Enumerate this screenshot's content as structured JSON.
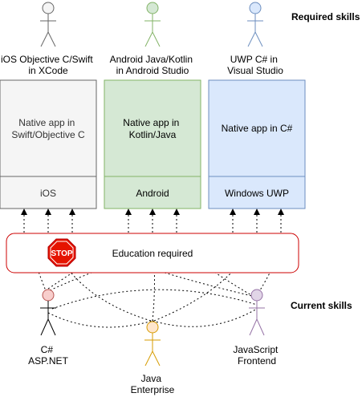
{
  "section_labels": {
    "required": "Required skills",
    "current": "Current skills"
  },
  "required_skills": [
    {
      "line1": "iOS Objective C/Swift",
      "line2": "in XCode",
      "color": "#666666",
      "fill": "#f5f5f5"
    },
    {
      "line1": "Android Java/Kotlin",
      "line2": "in Android Studio",
      "color": "#82b366",
      "fill": "#d5e8d4"
    },
    {
      "line1": "UWP C# in",
      "line2": "Visual Studio",
      "color": "#6c8ebf",
      "fill": "#dae8fc"
    }
  ],
  "platforms": [
    {
      "app_line1": "Native app in",
      "app_line2": "Swift/Objective C",
      "platform": "iOS",
      "fill": "#f5f5f5",
      "stroke": "#666666"
    },
    {
      "app_line1": "Native app in",
      "app_line2": "Kotlin/Java",
      "platform": "Android",
      "fill": "#d5e8d4",
      "stroke": "#82b366"
    },
    {
      "app_line1": "Native app in C#",
      "app_line2": "",
      "platform": "Windows UWP",
      "fill": "#dae8fc",
      "stroke": "#6c8ebf"
    }
  ],
  "education_bar": {
    "label": "Education required",
    "stop_sign_text": "STOP",
    "border_color": "#cc0000",
    "stop_color": "#e51400"
  },
  "current_skills": [
    {
      "line1": "C#",
      "line2": "ASP.NET",
      "color": "#b85450",
      "fill": "#f8cecc"
    },
    {
      "line1": "Java",
      "line2": "Enterprise",
      "color": "#d79b00",
      "fill": "#ffe6cc"
    },
    {
      "line1": "JavaScript",
      "line2": "Frontend",
      "color": "#9673a6",
      "fill": "#e1d5e7"
    }
  ]
}
